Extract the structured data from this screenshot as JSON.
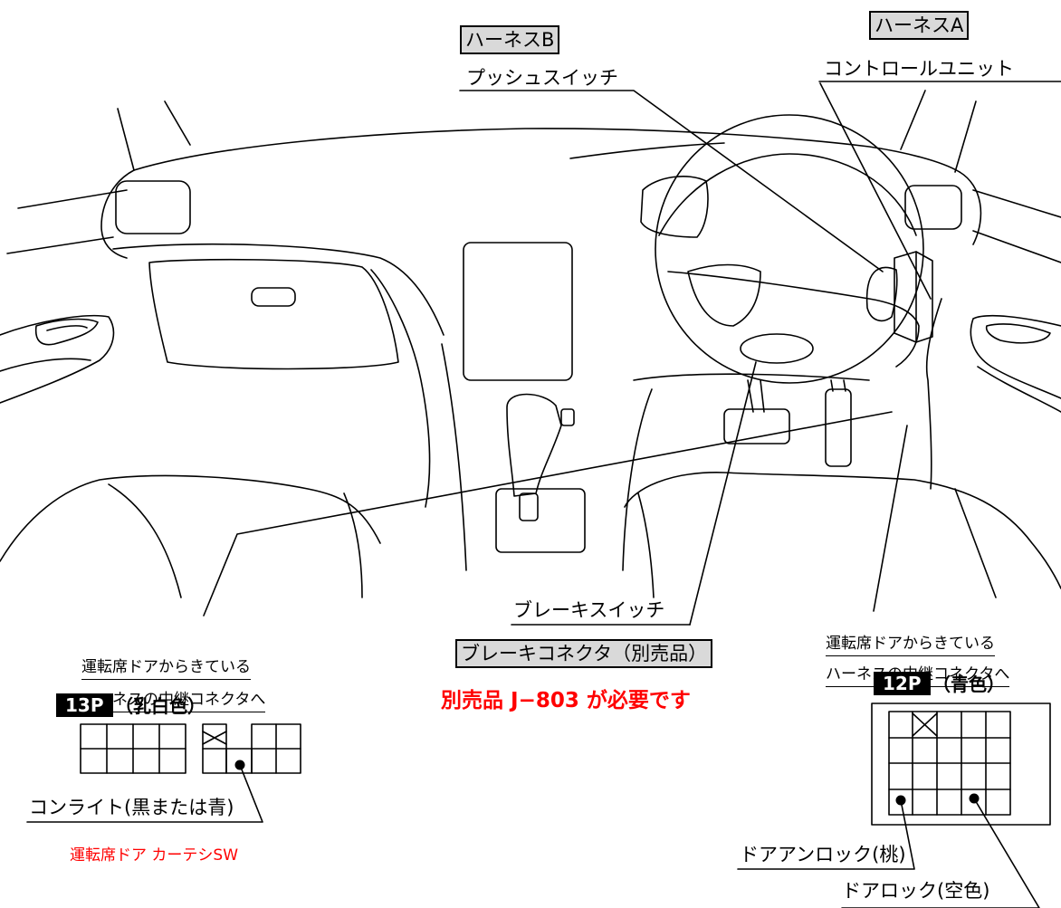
{
  "labels": {
    "harness_b": "ハーネスB",
    "harness_a": "ハーネスA",
    "push_switch": "プッシュスイッチ",
    "control_unit": "コントロールユニット",
    "brake_switch": "ブレーキスイッチ",
    "brake_connector": "ブレーキコネクタ（別売品）",
    "required_part": "別売品 J−803 が必要です"
  },
  "left_connector": {
    "note_line1": "運転席ドアからきている",
    "note_line2": "ハーネスの中継コネクタへ",
    "pins": "13P",
    "color": "（乳白色）",
    "wire_label": "コンライト(黒または青)",
    "function_label": "運転席ドア カーテシSW"
  },
  "right_connector": {
    "note_line1": "運転席ドアからきている",
    "note_line2": "ハーネスの中継コネクタへ",
    "pins": "12P",
    "color": "（青色）",
    "unlock_label": "ドアアンロック(桃)",
    "lock_label": "ドアロック(空色)"
  },
  "colors": {
    "accent_red": "#ff0000",
    "label_box_fill": "#d9d9d9",
    "badge_fill": "#000000"
  }
}
